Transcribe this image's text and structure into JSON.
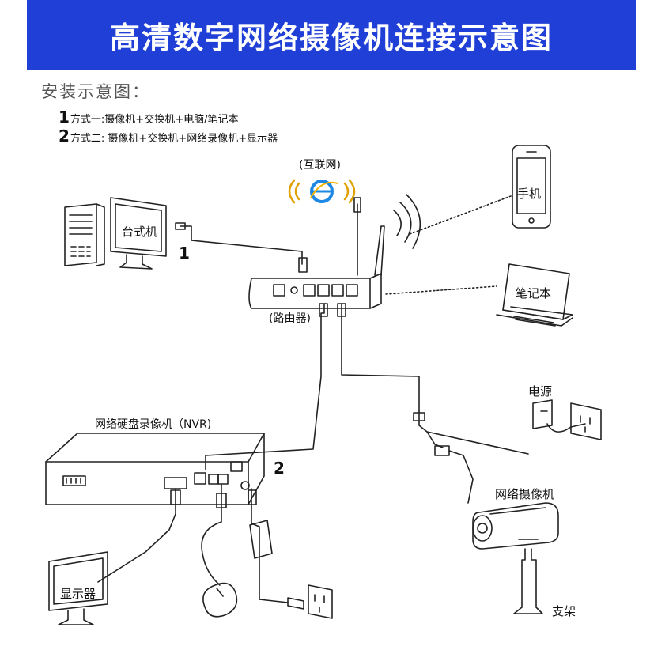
{
  "header": {
    "title": "高清数字网络摄像机连接示意图",
    "bg_color": "#1f3fd6"
  },
  "install": {
    "subtitle": "安装示意图：",
    "methods": [
      {
        "num": "1",
        "text": "方式一:摄像机+交换机+电脑/笔记本"
      },
      {
        "num": "2",
        "text": "方式二: 摄像机+交换机+网络录像机+显示器"
      }
    ]
  },
  "labels": {
    "internet": "(互联网)",
    "desktop": "台式机",
    "router": "(路由器)",
    "phone": "手机",
    "laptop": "笔记本",
    "power": "电源",
    "nvr": "网络硬盘录像机（NVR)",
    "ipcam": "网络摄像机",
    "monitor": "显示器",
    "bracket": "支架",
    "conn1": "1",
    "conn2": "2"
  },
  "icons": [
    "ie-browser-icon",
    "desktop-tower-icon",
    "router-icon",
    "phone-icon",
    "laptop-icon",
    "power-adapter-icon",
    "wall-socket-icon",
    "nvr-icon",
    "ip-camera-icon",
    "monitor-icon",
    "mouse-icon"
  ]
}
